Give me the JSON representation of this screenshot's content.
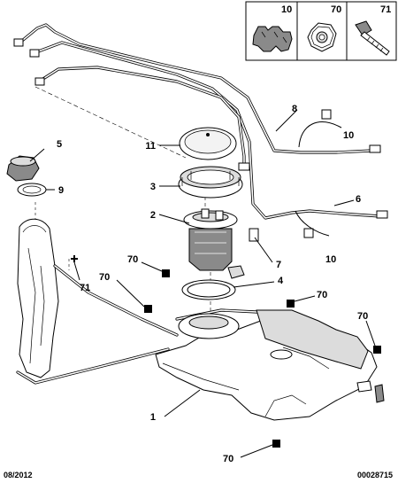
{
  "legend": {
    "items": [
      {
        "ref": "10"
      },
      {
        "ref": "70"
      },
      {
        "ref": "71"
      }
    ]
  },
  "callouts": {
    "c1": "1",
    "c2": "2",
    "c3": "3",
    "c4": "4",
    "c5": "5",
    "c6": "6",
    "c7": "7",
    "c8": "8",
    "c9": "9",
    "c10a": "10",
    "c10b": "10",
    "c11": "11",
    "c70a": "70",
    "c70b": "70",
    "c70c": "70",
    "c70d": "70",
    "c70e": "70",
    "c71": "71"
  },
  "footer": {
    "date": "08/2012",
    "code": "00028715"
  }
}
